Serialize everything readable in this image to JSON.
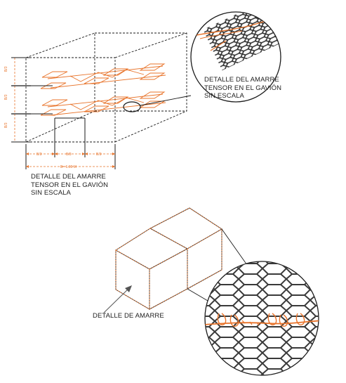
{
  "colors": {
    "accent": "#e8732a",
    "line": "#1a1a1a",
    "mesh": "#2b2b2b",
    "background": "#ffffff"
  },
  "top_figure": {
    "caption": [
      "DETALLE DEL AMARRE",
      "TENSOR EN EL GAVIÓN",
      "SIN ESCALA"
    ],
    "vertical_dims": [
      "B/3",
      "B/3",
      "B/3"
    ],
    "horizontal_dims": [
      "B/3",
      "B/3",
      "B/3"
    ],
    "overall_dim": "B= 1.00 M"
  },
  "detail_circle_top": {
    "caption": [
      "DETALLE DEL AMARRE",
      "TENSOR EN EL GAVIÓN",
      "SIN ESCALA"
    ]
  },
  "bottom_figure": {
    "callout": "DETALLE DE AMARRE"
  }
}
